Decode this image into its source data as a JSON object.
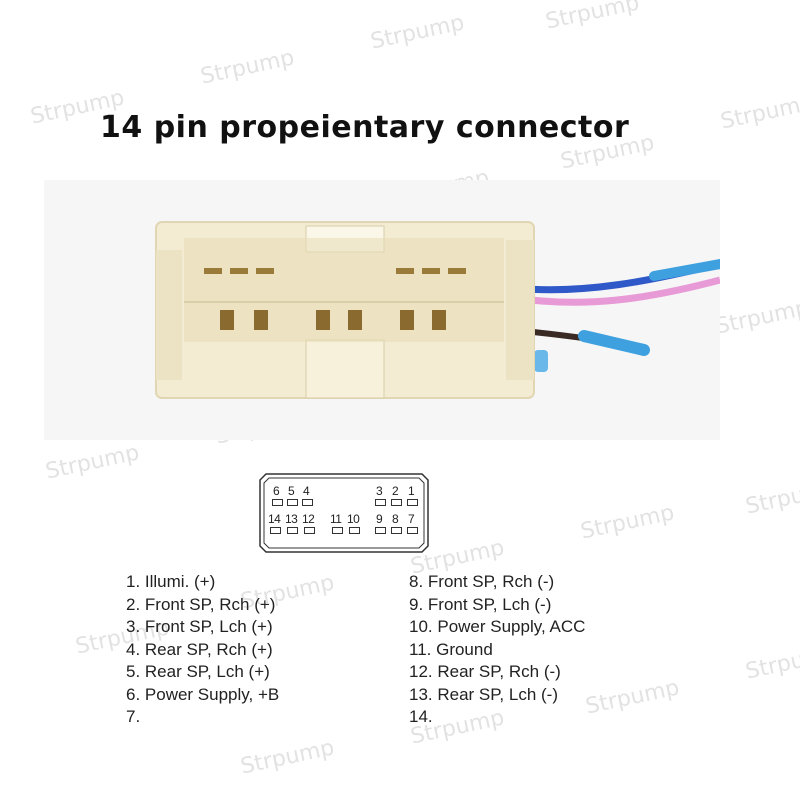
{
  "title": "14 pin propeientary connector",
  "watermark": "Strpump",
  "connector_pin_numbers": {
    "top_row": [
      "6",
      "5",
      "4",
      "3",
      "2",
      "1"
    ],
    "bottom_row": [
      "14",
      "13",
      "12",
      "11",
      "10",
      "9",
      "8",
      "7"
    ]
  },
  "pins_left": [
    "1. Illumi. (+)",
    "2. Front SP, Rch (+)",
    "3. Front SP, Lch (+)",
    "4. Rear SP, Rch (+)",
    "5. Rear SP, Lch (+)",
    "6. Power Supply, +B",
    "7."
  ],
  "pins_right": [
    "8. Front SP, Rch (-)",
    "9. Front SP, Lch (-)",
    "10. Power Supply, ACC",
    "11. Ground",
    "12. Rear SP, Rch (-)",
    "13. Rear SP, Lch (-)",
    "14."
  ],
  "colors": {
    "connector_body": "#f3ecd2",
    "wire_blue": "#2f58c8",
    "wire_pink": "#e89ad6",
    "wire_brown": "#3a2a24",
    "sleeve_blue": "#3fa0e0"
  }
}
